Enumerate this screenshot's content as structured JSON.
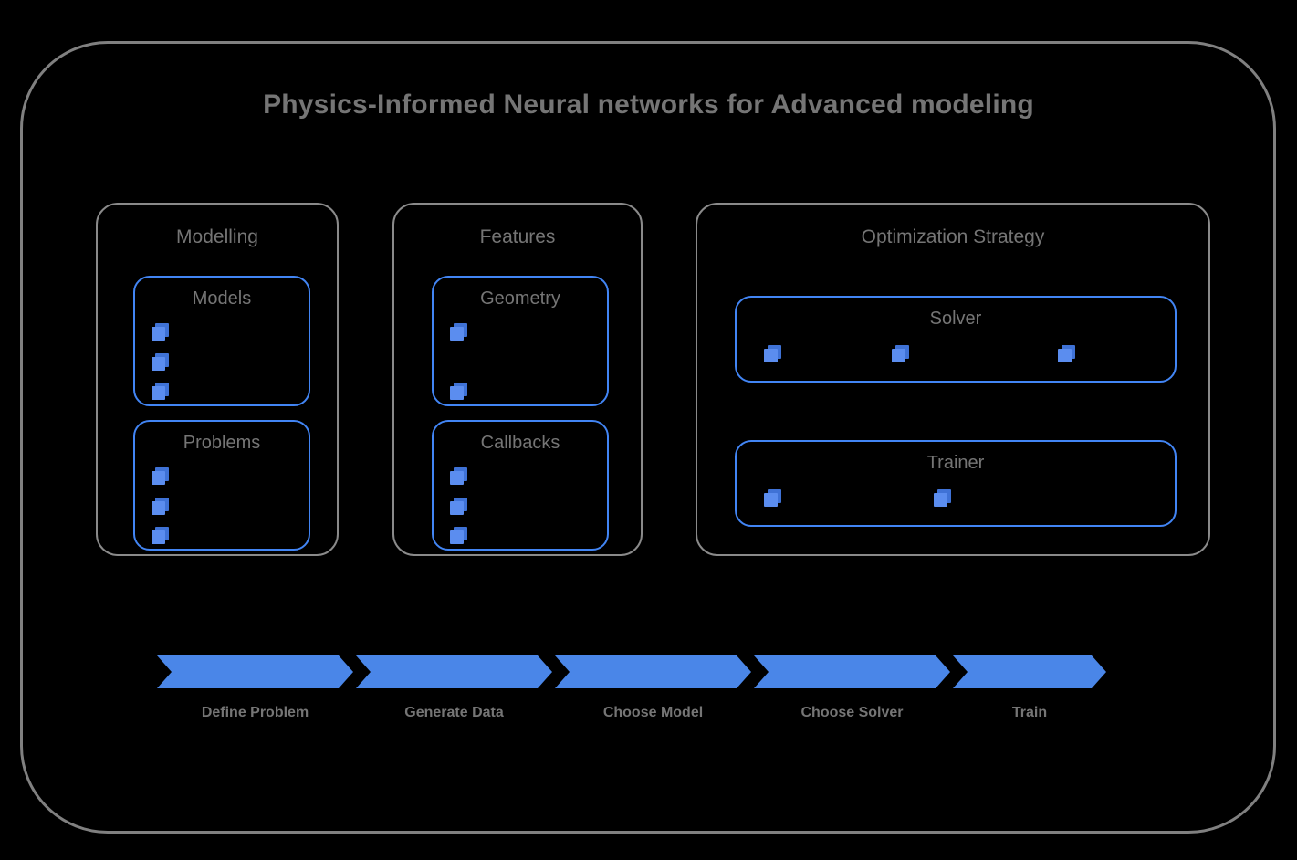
{
  "diagram": {
    "title": "Physics-Informed Neural networks for Advanced modeling",
    "border_color": "#808080",
    "background": "#000000",
    "accent_color": "#4285f4",
    "text_color": "#757575"
  },
  "groups": [
    {
      "id": "modelling",
      "title": "Modelling",
      "sub_boxes": [
        {
          "id": "models",
          "title": "Models",
          "icon": "layers-icon",
          "icon_count": 3,
          "icon_layout": "vertical"
        },
        {
          "id": "problems",
          "title": "Problems",
          "icon": "layers-icon",
          "icon_count": 3,
          "icon_layout": "vertical"
        }
      ]
    },
    {
      "id": "features",
      "title": "Features",
      "sub_boxes": [
        {
          "id": "geometry",
          "title": "Geometry",
          "icon": "layers-icon",
          "icon_count": 2,
          "icon_layout": "vertical-spread"
        },
        {
          "id": "callbacks",
          "title": "Callbacks",
          "icon": "layers-icon",
          "icon_count": 3,
          "icon_layout": "vertical"
        }
      ]
    },
    {
      "id": "optimization",
      "title": "Optimization Strategy",
      "sub_boxes": [
        {
          "id": "solver",
          "title": "Solver",
          "icon": "layers-icon",
          "icon_count": 3,
          "icon_layout": "horizontal"
        },
        {
          "id": "trainer",
          "title": "Trainer",
          "icon": "layers-icon",
          "icon_count": 2,
          "icon_layout": "horizontal"
        }
      ]
    }
  ],
  "pipeline": {
    "color": "#4a86e8",
    "steps": [
      {
        "label": "Define Problem"
      },
      {
        "label": "Generate Data"
      },
      {
        "label": "Choose Model"
      },
      {
        "label": "Choose Solver"
      },
      {
        "label": "Train"
      }
    ]
  }
}
